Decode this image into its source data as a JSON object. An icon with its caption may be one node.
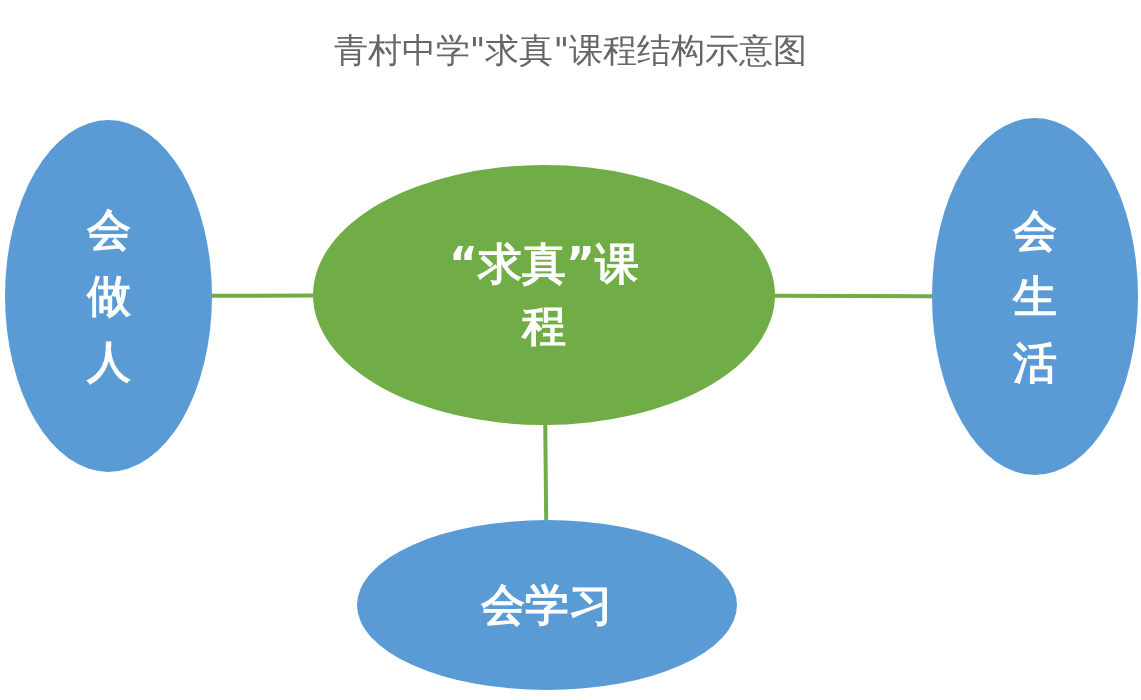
{
  "diagram": {
    "title": "青村中学\"求真\"课程结构示意图",
    "nodes": [
      {
        "text": [
          "会做人"
        ]
      },
      {
        "text": [
          "“求真”课程"
        ]
      },
      {
        "text": [
          "会生活"
        ]
      },
      {
        "text": [
          "会学习"
        ]
      }
    ],
    "edges": [
      {
        "from": 1,
        "to": 0,
        "arrow": "none"
      },
      {
        "from": 1,
        "to": 2,
        "arrow": "none"
      },
      {
        "from": 1,
        "to": 3,
        "arrow": "none"
      }
    ]
  }
}
